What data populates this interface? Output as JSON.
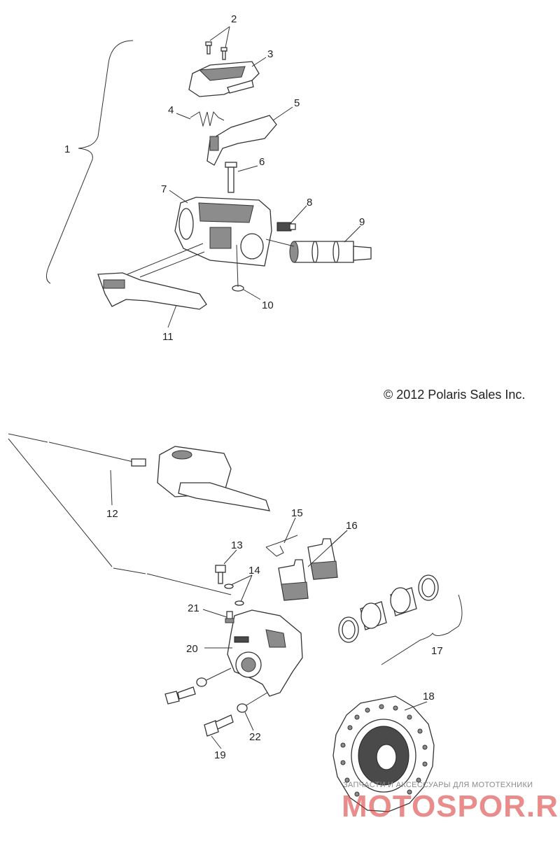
{
  "diagram": {
    "copyright": "© 2012 Polaris Sales Inc.",
    "callouts": [
      "1",
      "2",
      "3",
      "4",
      "5",
      "6",
      "7",
      "8",
      "9",
      "10",
      "11",
      "12",
      "13",
      "14",
      "15",
      "16",
      "17",
      "18",
      "19",
      "20",
      "21",
      "22"
    ],
    "watermark_line": "ЗАПЧАСТИ И АКСЕССУАРЫ ДЛЯ МОТОТЕХНИКИ",
    "watermark_logo": "MOTOSPOR.RU"
  }
}
